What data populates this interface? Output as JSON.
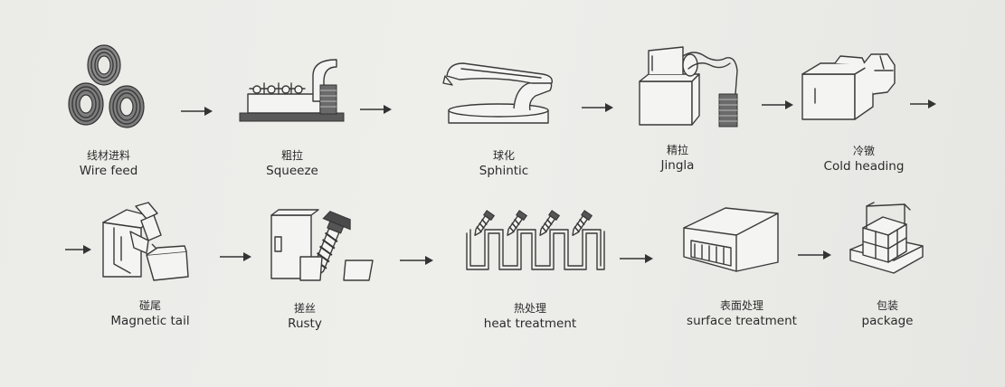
{
  "steps": [
    {
      "zh": "线材进料",
      "en": "Wire feed"
    },
    {
      "zh": "粗拉",
      "en": "Squeeze"
    },
    {
      "zh": "球化",
      "en": "Sphintic"
    },
    {
      "zh": "精拉",
      "en": "Jingla"
    },
    {
      "zh": "冷镦",
      "en": "Cold heading"
    },
    {
      "zh": "碰尾",
      "en": "Magnetic tail"
    },
    {
      "zh": "搓丝",
      "en": "Rusty"
    },
    {
      "zh": "热处理",
      "en": "heat treatment"
    },
    {
      "zh": "表面处理",
      "en": "surface treatment"
    },
    {
      "zh": "包装",
      "en": "package"
    }
  ],
  "icons": [
    "wire-coils-icon",
    "drawing-machine-icon",
    "spheroidizing-furnace-icon",
    "fine-drawing-machine-icon",
    "cold-heading-machine-icon",
    "tail-pointing-machine-icon",
    "thread-rolling-icon",
    "heat-treatment-furnace-icon",
    "surface-treatment-line-icon",
    "package-boxes-icon"
  ]
}
